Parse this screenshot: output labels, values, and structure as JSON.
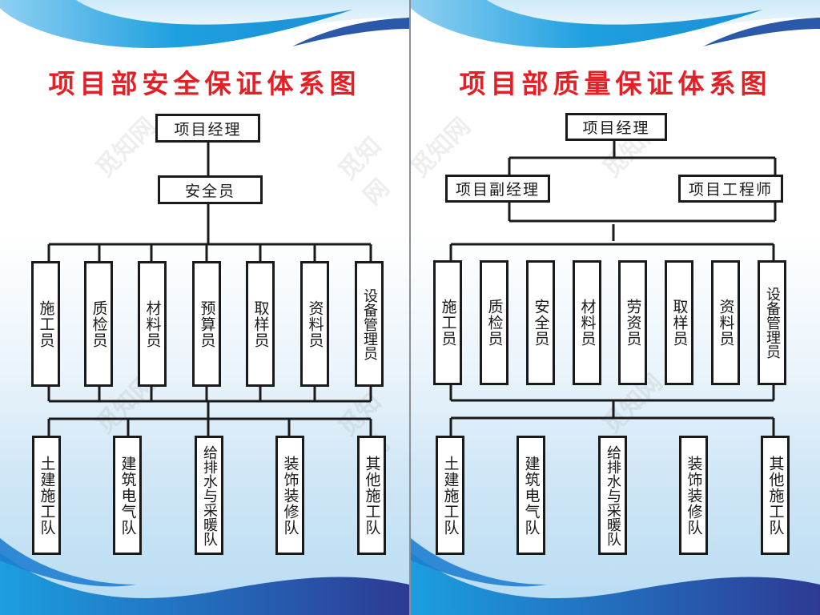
{
  "colors": {
    "title_red": "#e41f26",
    "wave_light_blue": "#29a9e1",
    "wave_dark_blue": "#2b3f97",
    "box_border": "#1a1a1a"
  },
  "watermark": "觅知网",
  "left_panel": {
    "title": "项目部安全保证体系图",
    "top": "项目经理",
    "second": "安全员",
    "staff": [
      "施工员",
      "质检员",
      "材料员",
      "预算员",
      "取样员",
      "资料员",
      "设备管理员"
    ],
    "teams": [
      "土建施工队",
      "建筑电气队",
      "给排水与采暖队",
      "装饰装修队",
      "其他施工队"
    ]
  },
  "right_panel": {
    "title": "项目部质量保证体系图",
    "top": "项目经理",
    "second_left": "项目副经理",
    "second_right": "项目工程师",
    "staff": [
      "施工员",
      "质检员",
      "安全员",
      "材料员",
      "劳资员",
      "取样员",
      "资料员",
      "设备管理员"
    ],
    "teams": [
      "土建施工队",
      "建筑电气队",
      "给排水与采暖队",
      "装饰装修队",
      "其他施工队"
    ]
  }
}
